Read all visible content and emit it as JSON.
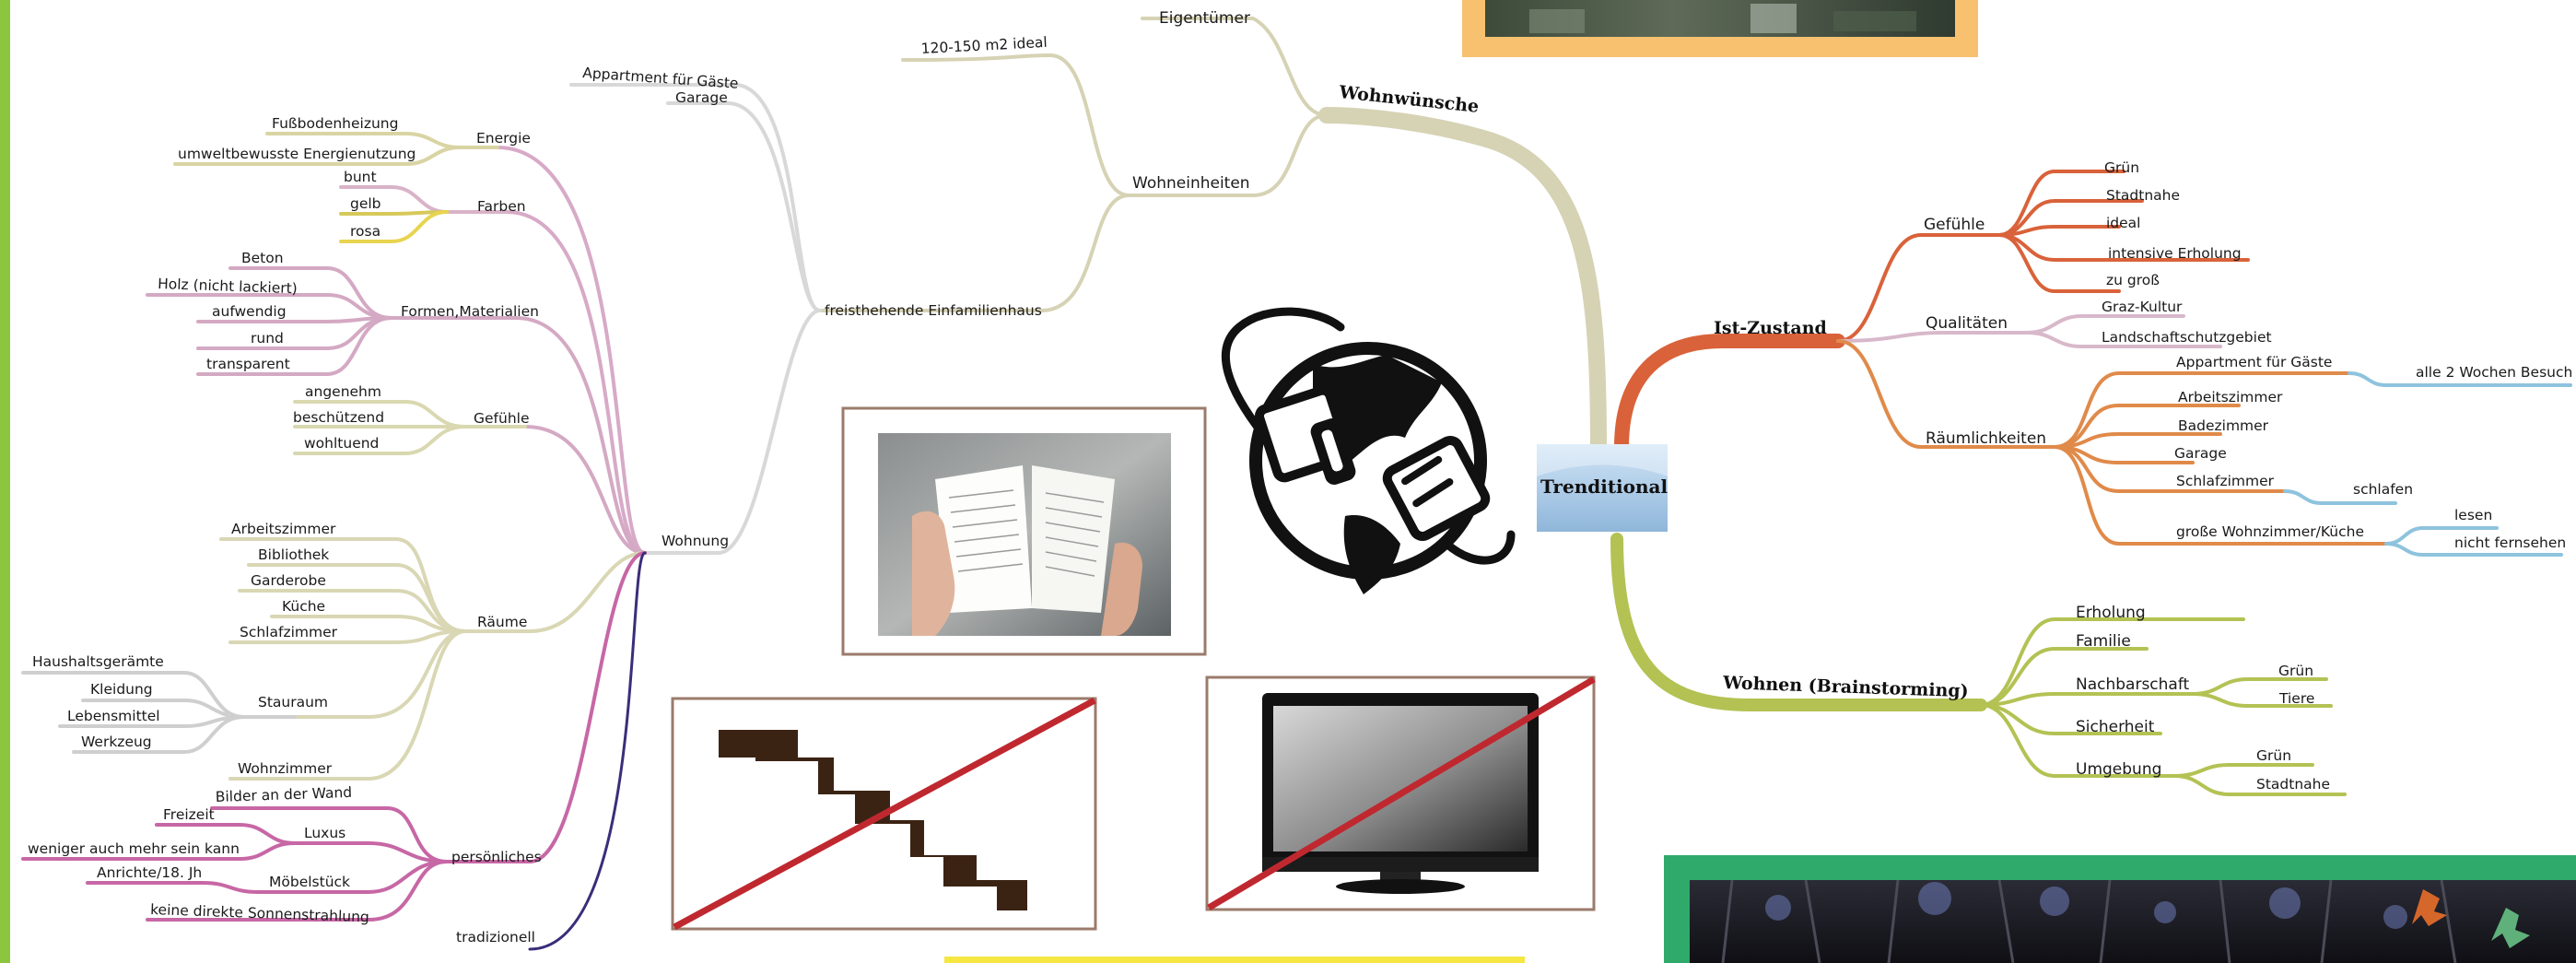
{
  "root": {
    "label": "Trenditional"
  },
  "branches": {
    "wohnwuensche": {
      "label": "Wohnwünsche",
      "color": "#d6d2b4",
      "eigentuemer": "Eigentümer",
      "wohneinheiten": "Wohneinheiten",
      "ideal": "120-150 m2 ideal",
      "einfamilienhaus": "freisthehende Einfamilienhaus",
      "appartment": "Appartment für Gäste",
      "garage": "Garage",
      "wohnung": "Wohnung",
      "energie": {
        "label": "Energie",
        "color": "#d9d4a3",
        "items": [
          "Fußbodenheizung",
          "umweltbewusste Energienutzung"
        ]
      },
      "farben": {
        "label": "Farben",
        "color": "#d9b3c8",
        "items": [
          "bunt",
          "gelb",
          "rosa"
        ]
      },
      "formen": {
        "label": "Formen,Materialien",
        "color": "#d4a9c3",
        "items": [
          "Beton",
          "Holz (nicht lackiert)",
          "aufwendig",
          "rund",
          "transparent"
        ]
      },
      "gefuehle": {
        "label": "Gefühle",
        "color": "#d9d8b0",
        "items": [
          "angenehm",
          "beschützend",
          "wohltuend"
        ]
      },
      "raeume": {
        "label": "Räume",
        "color": "#d9d7b4",
        "items": [
          "Arbeitszimmer",
          "Bibliothek",
          "Garderobe",
          "Küche",
          "Schlafzimmer",
          "Wohnzimmer"
        ]
      },
      "stauraum": {
        "label": "Stauraum",
        "color": "#cfcfcf",
        "items": [
          "Haushaltsgerämte",
          "Kleidung",
          "Lebensmittel",
          "Werkzeug"
        ]
      },
      "persoenliches": {
        "label": "persönliches",
        "color": "#c767a5",
        "bilder": "Bilder an der Wand",
        "luxus": "Luxus",
        "freizeit": "Freizeit",
        "weniger": "weniger auch mehr sein kann",
        "moebel": "Möbelstück",
        "anrichte": "Anrichte/18. Jh",
        "sonne": "keine direkte Sonnenstrahlung"
      },
      "tradizionell": {
        "label": "tradizionell",
        "color": "#3b2d7a"
      }
    },
    "istzustand": {
      "label": "Ist-Zustand",
      "color": "#d9623a",
      "gefuehle": {
        "label": "Gefühle",
        "items": [
          "Grün",
          "Stadtnahe",
          "ideal",
          "intensive Erholung",
          "zu groß"
        ]
      },
      "qualitaeten": {
        "label": "Qualitäten",
        "items": [
          "Graz-Kultur",
          "Landschaftschutzgebiet"
        ]
      },
      "raeumlichkeiten": {
        "label": "Räumlichkeiten",
        "items": [
          "Appartment für Gäste",
          "Arbeitszimmer",
          "Badezimmer",
          "Garage",
          "Schlafzimmer",
          "große Wohnzimmer/Küche"
        ]
      },
      "besuch": "alle 2 Wochen Besuch",
      "schlafen": "schlafen",
      "lesen": "lesen",
      "fernsehen": "nicht fernsehen"
    },
    "brainstorming": {
      "label": "Wohnen (Brainstorming)",
      "color": "#b3c253",
      "items": [
        "Erholung",
        "Familie",
        "Nachbarschaft",
        "Sicherheit",
        "Umgebung"
      ],
      "nachbarschaft_sub": [
        "Grün",
        "Tiere"
      ],
      "umgebung_sub": [
        "Grün",
        "Stadtnahe"
      ]
    }
  },
  "colors": {
    "green_bar": "#8cc63f",
    "orange_frame": "#f7c170",
    "green_frame": "#2faa6a",
    "yellow_bar": "#f5e642",
    "photo_frame": "#9b7b6b",
    "strike": "#c0282f",
    "stairs": "#3b2314",
    "blue_sub": "#8ec3dd"
  },
  "icons": [
    "globe-plug-icon",
    "stairs-icon",
    "tv-icon",
    "book-photo",
    "city-photo",
    "forest-photo"
  ]
}
